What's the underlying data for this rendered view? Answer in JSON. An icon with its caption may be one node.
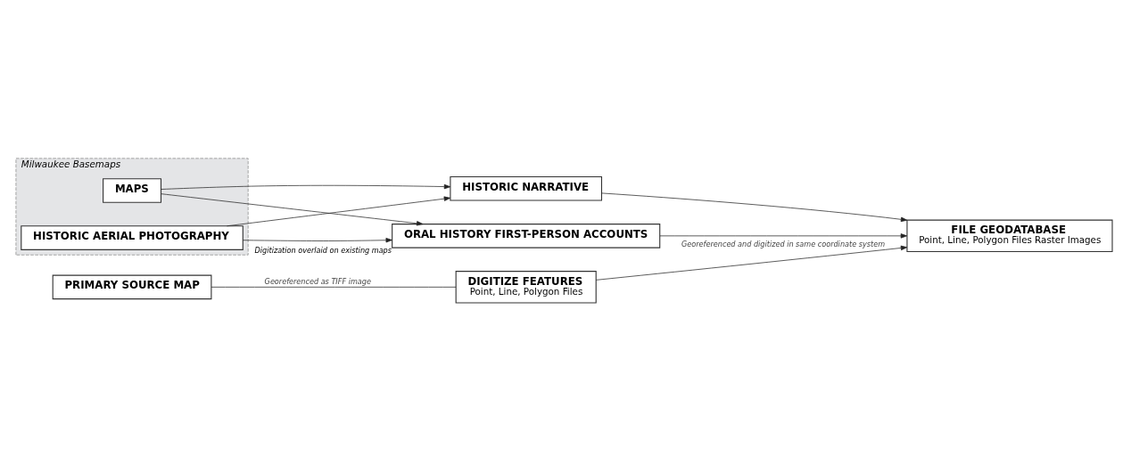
{
  "diagram": {
    "nodes": [
      {
        "text": [
          "Milwaukee Basemaps"
        ]
      },
      {
        "text": [
          "MAPS"
        ],
        "in": 0
      },
      {
        "text": [
          "HISTORIC AERIAL PHOTOGRAPHY"
        ],
        "in": 0
      },
      {
        "text": [
          "HISTORIC NARRATIVE"
        ]
      },
      {
        "text": [
          "ORAL HISTORY FIRST-PERSON ACCOUNTS"
        ],
        "beside": [
          "Digitization overlaid on existing maps"
        ]
      },
      {
        "text": [
          "FILE GEODATABASE",
          "Point, Line, Polygon Files Raster Images"
        ]
      },
      {
        "text": [
          "PRIMARY SOURCE MAP"
        ]
      },
      {
        "text": [
          "DIGITIZE FEATURES",
          "Point, Line, Polygon Files"
        ]
      }
    ],
    "edges": [
      {
        "from": 1,
        "to": 3,
        "arrow": "to"
      },
      {
        "from": 1,
        "to": 4,
        "arrow": "to"
      },
      {
        "from": 2,
        "to": 3,
        "arrow": "to"
      },
      {
        "from": 2,
        "to": 4,
        "arrow": "to"
      },
      {
        "from": 3,
        "to": 5,
        "arrow": "to"
      },
      {
        "from": 4,
        "to": 5,
        "arrow": "to"
      },
      {
        "from": 6,
        "to": 7,
        "arrow": "none",
        "label": "Georeferenced as TIFF image"
      },
      {
        "from": 7,
        "to": 5,
        "arrow": "to",
        "label": "Georeferenced and digitized in same coordinate system"
      }
    ]
  }
}
